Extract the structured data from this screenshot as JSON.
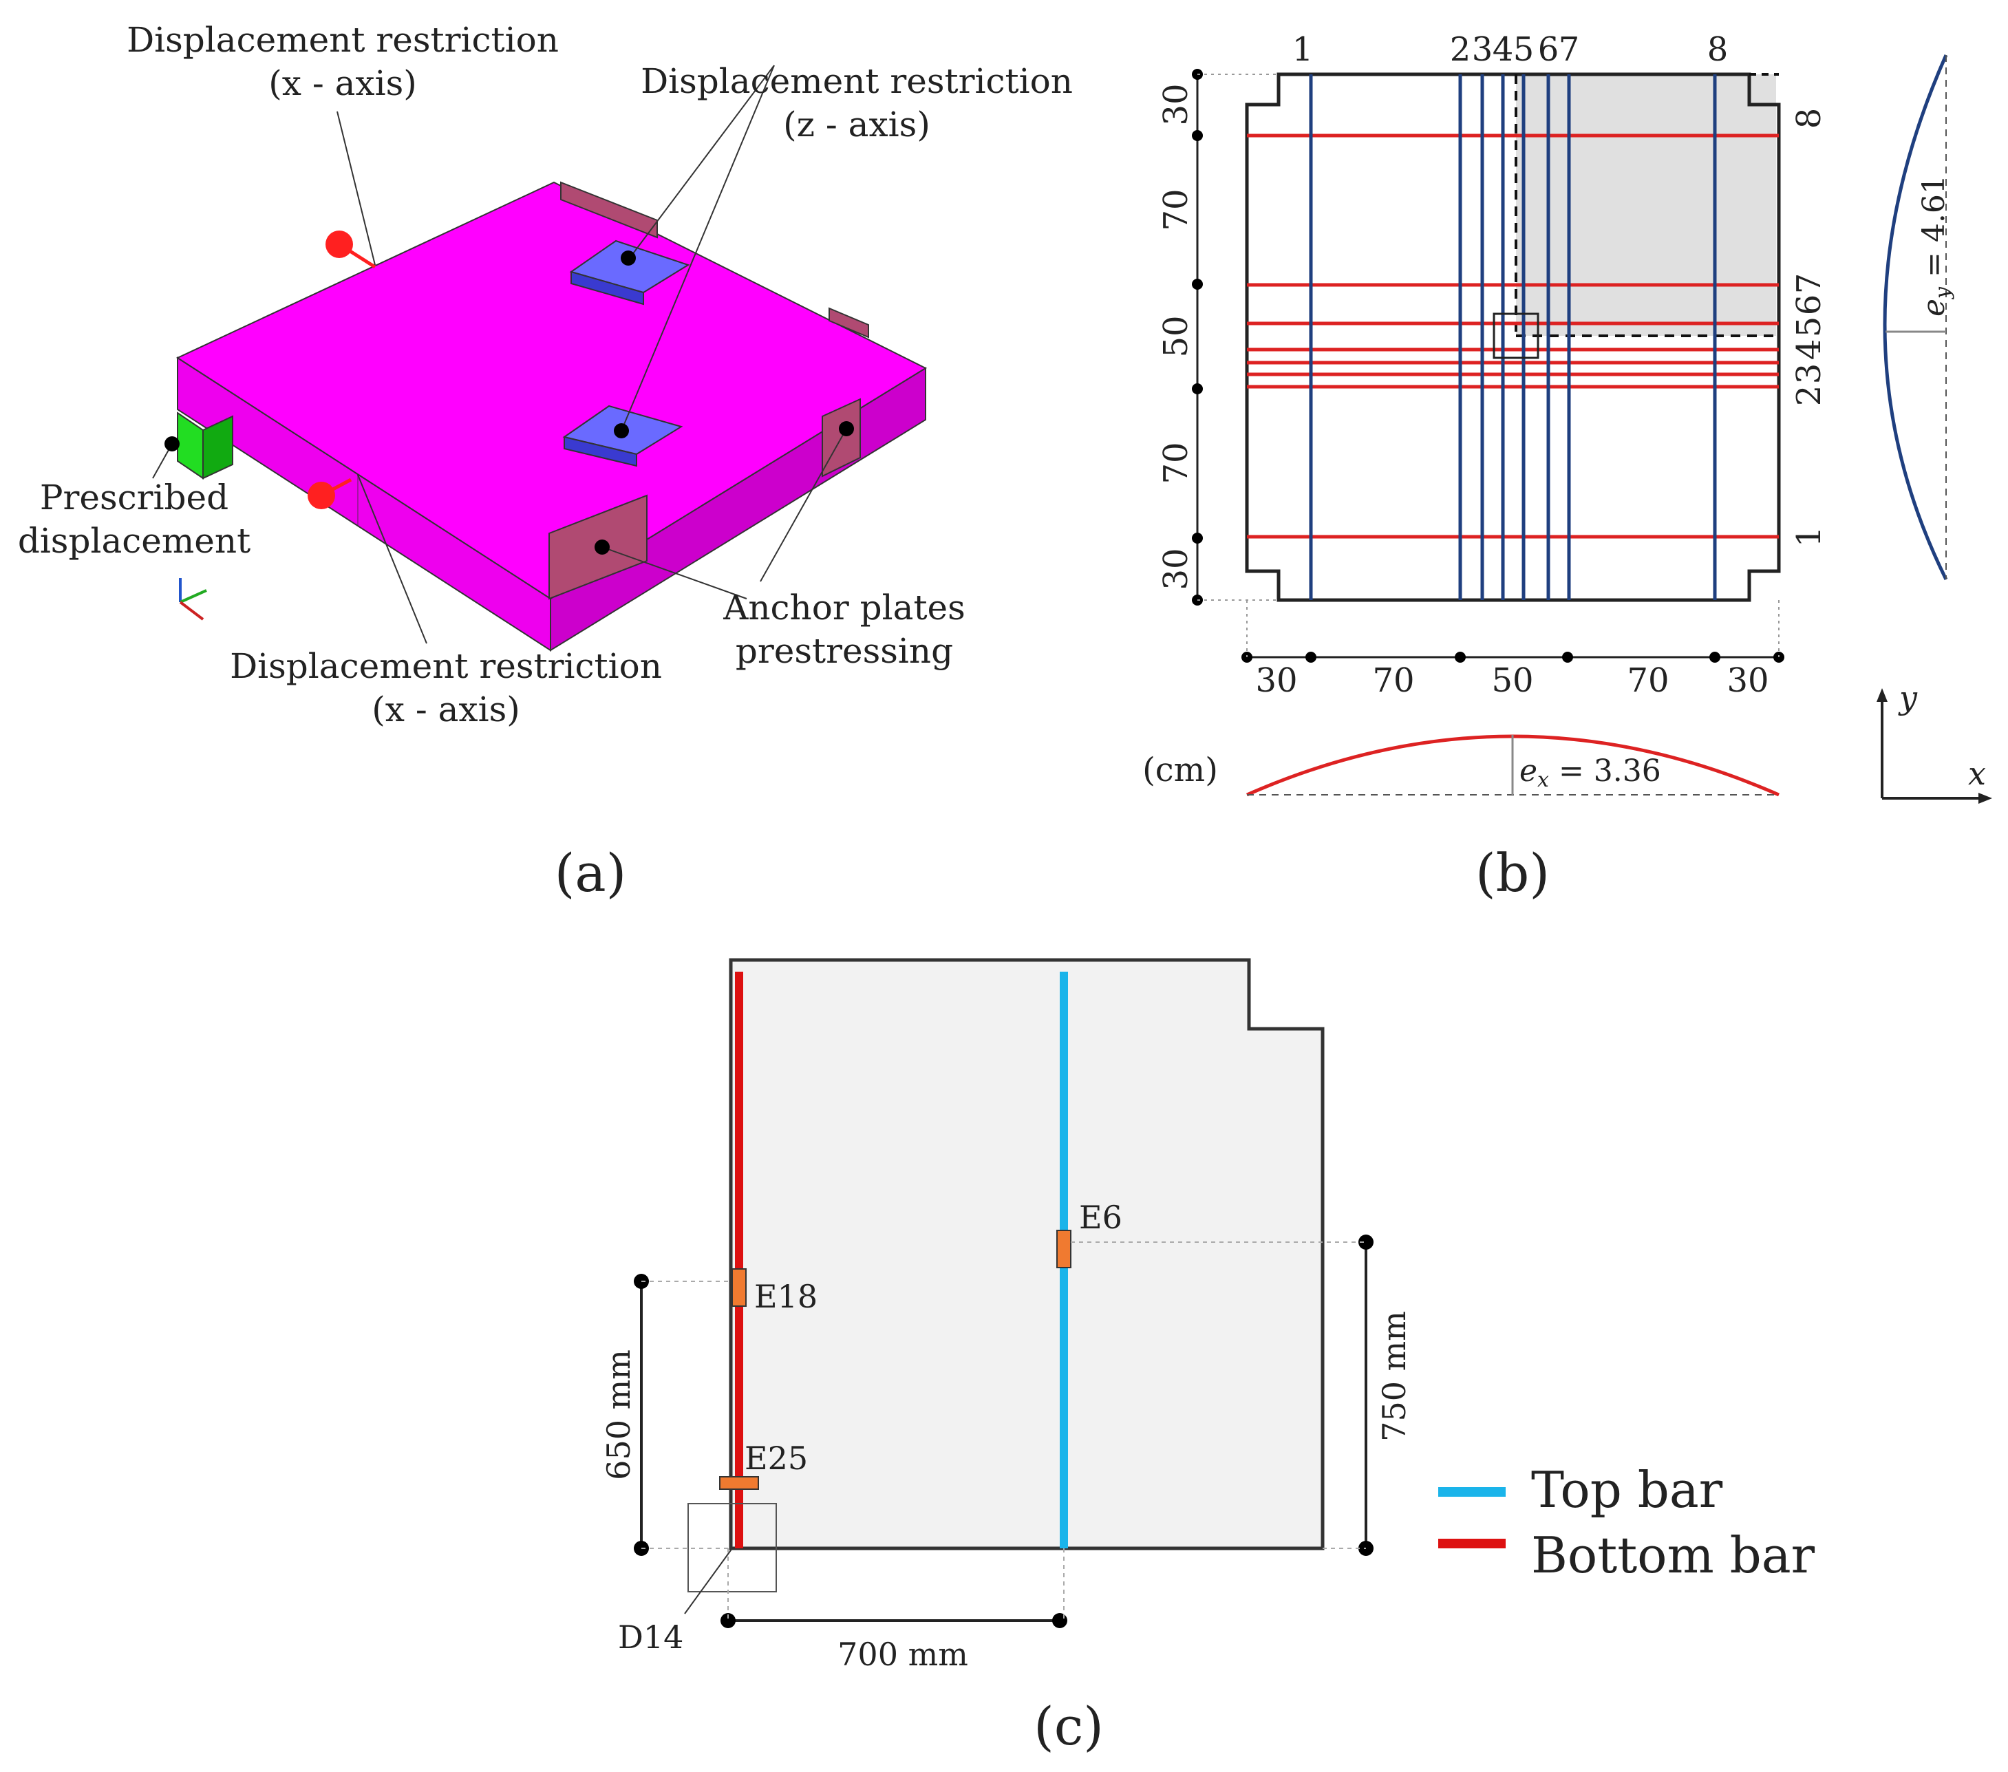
{
  "panel_a": {
    "caption": "(a)",
    "label_disp_x_top_1": "Displacement restriction",
    "label_disp_x_top_2": "(x - axis)",
    "label_disp_z_1": "Displacement restriction",
    "label_disp_z_2": "(z - axis)",
    "label_prescribed_1": "Prescribed",
    "label_prescribed_2": "displacement",
    "label_disp_x_bottom_1": "Displacement restriction",
    "label_disp_x_bottom_2": "(x - axis)",
    "label_anchor_1": "Anchor plates",
    "label_anchor_2": "prestressing",
    "colors": {
      "slab": "#ff00ff",
      "slab_side": "#e600e6",
      "anchor": "#b04a72",
      "support_z": "#6a6aff",
      "support_green": "#22dd22",
      "restraint": "#ff2020"
    }
  },
  "panel_b": {
    "caption": "(b)",
    "unit": "(cm)",
    "vertical_tendon_labels": [
      "1",
      "2",
      "3",
      "4",
      "5",
      "6",
      "7",
      "8"
    ],
    "horizontal_tendon_labels": [
      "1",
      "2",
      "3",
      "4",
      "5",
      "6",
      "7",
      "8"
    ],
    "dims_x": [
      "30",
      "70",
      "50",
      "70",
      "30"
    ],
    "dims_y": [
      "30",
      "70",
      "50",
      "70",
      "30"
    ],
    "ex_label": "e",
    "ex_sub": "x",
    "ex_value": " = 3.36",
    "ey_label": "e",
    "ey_sub": "y",
    "ey_value": " = 4.61",
    "axis_x": "x",
    "axis_y": "y",
    "colors": {
      "x_tendon": "#dd2222",
      "y_tendon": "#1f3f7f",
      "shade": "#e0e0e0"
    }
  },
  "panel_c": {
    "caption": "(c)",
    "gauges": [
      "E6",
      "E18",
      "E25",
      "D14"
    ],
    "dim_left": "650 mm",
    "dim_right": "750 mm",
    "dim_bottom": "700 mm",
    "legend": [
      {
        "label": "Top bar",
        "color": "#1ab4ea"
      },
      {
        "label": "Bottom bar",
        "color": "#dd1111"
      }
    ],
    "colors": {
      "plate": "#f2f2f2",
      "gauge": "#f07a30"
    }
  }
}
